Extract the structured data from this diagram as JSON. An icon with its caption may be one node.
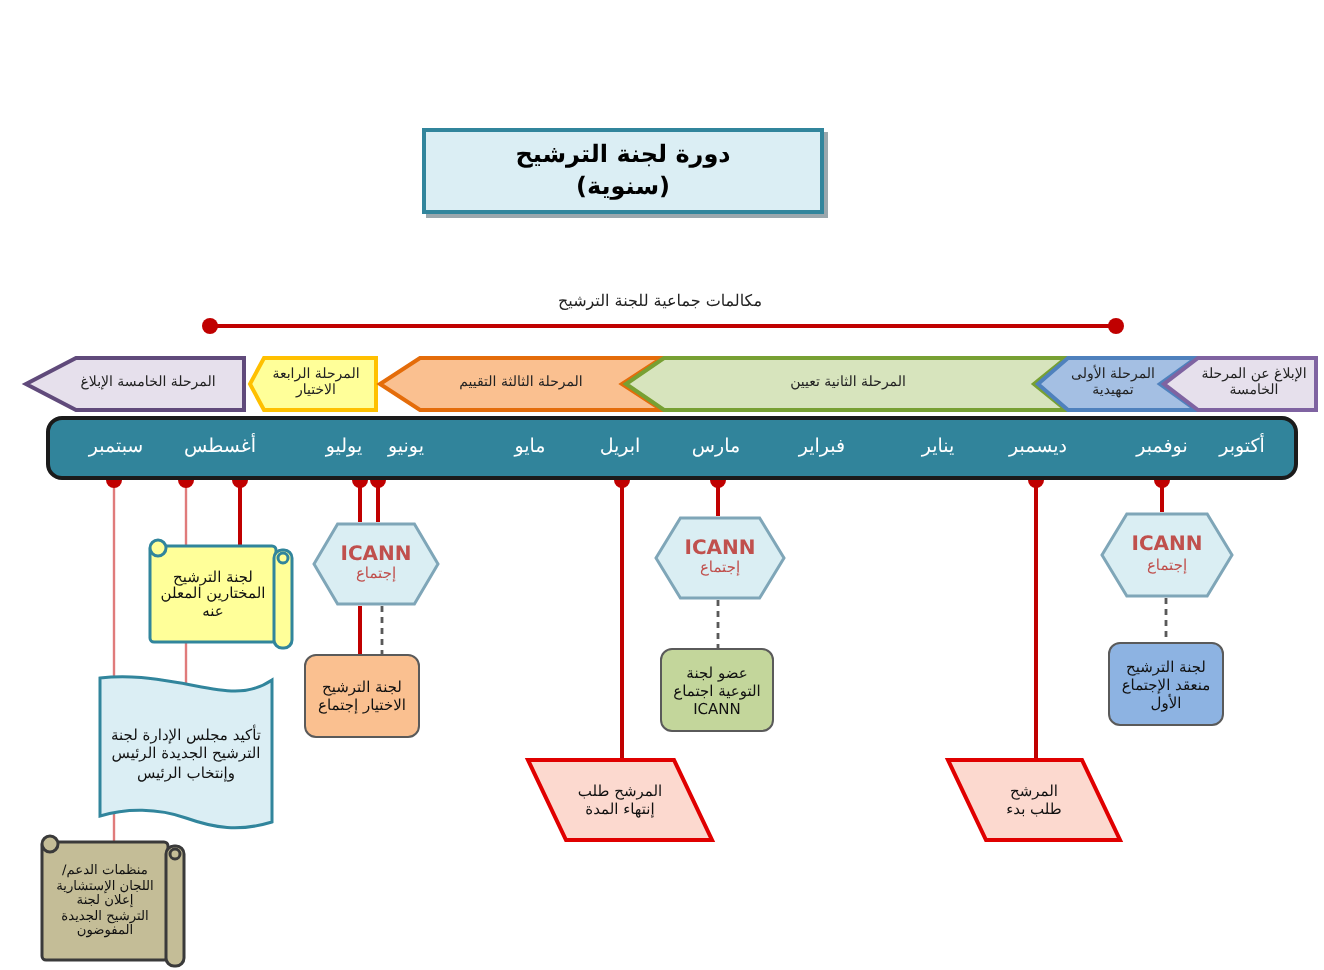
{
  "diagram": {
    "title": "دورة لجنة الترشيح (سنوية)",
    "nodes": [
      {
        "text": [
          "الإبلاغ عن المرحلة الخامسة"
        ]
      },
      {
        "text": [
          "المرحلة الأولى تمهيدية"
        ]
      },
      {
        "text": [
          "المرحلة الثانية تعيين"
        ]
      },
      {
        "text": [
          "المرحلة الثالثة التقييم"
        ]
      },
      {
        "text": [
          "المرحلة الرابعة الاختيار"
        ]
      },
      {
        "text": [
          "المرحلة الخامسة الإبلاغ"
        ]
      },
      {
        "text": [
          "أكتوبر",
          "نوفمبر",
          "ديسمبر",
          "يناير",
          "فبراير",
          "مارس",
          "ابريل",
          "مايو",
          "يونيو",
          "يوليو",
          "أغسطس",
          "سبتمبر"
        ]
      },
      {
        "text": [
          "ICANN",
          "إجتماع"
        ]
      },
      {
        "text": [
          "لجنة الترشيح منعقد الإجتماع الأول"
        ]
      },
      {
        "text": [
          "المرشح طلب بدء"
        ]
      },
      {
        "text": [
          "ICANN",
          "إجتماع"
        ]
      },
      {
        "text": [
          "عضو لجنة التوعية اجتماع ICANN"
        ]
      },
      {
        "text": [
          "المرشح طلب إنتهاء المدة"
        ]
      },
      {
        "text": [
          "ICANN",
          "إجتماع"
        ]
      },
      {
        "text": [
          "لجنة الترشيح الاختيار إجتماع"
        ]
      },
      {
        "text": [
          "لجنة الترشيح المختارين المعلن عنه"
        ]
      },
      {
        "text": [
          "تأكيد مجلس الإدارة لجنة الترشيح الجديدة الرئيس وإنتخاب الرئيس"
        ]
      },
      {
        "text": [
          "منظمات الدعم/ اللجان الإستشارية إعلان لجنة الترشيح الجديدة المفوضون"
        ]
      }
    ],
    "edges": [
      {
        "from": 6,
        "to": 7,
        "arrow": "other"
      },
      {
        "from": 7,
        "to": 8,
        "arrow": "none",
        "style": "dashed",
        "color": "#595959"
      },
      {
        "from": 6,
        "to": 9,
        "arrow": "other"
      },
      {
        "from": 6,
        "to": 10,
        "arrow": "other"
      },
      {
        "from": 10,
        "to": 11,
        "arrow": "none",
        "style": "dashed",
        "color": "#595959"
      },
      {
        "from": 6,
        "to": 12,
        "arrow": "other"
      },
      {
        "from": 6,
        "to": 13,
        "arrow": "other"
      },
      {
        "from": 6,
        "to": 13,
        "arrow": "other"
      },
      {
        "from": 13,
        "to": 14,
        "arrow": "none"
      },
      {
        "from": 13,
        "to": 14,
        "arrow": "none",
        "style": "dashed",
        "color": "#595959"
      },
      {
        "from": 6,
        "to": 15,
        "arrow": "other"
      },
      {
        "from": 6,
        "to": 15,
        "arrow": "other",
        "color": "#e07b7b"
      },
      {
        "from": 15,
        "to": 16,
        "arrow": "none",
        "color": "#e07b7b"
      },
      {
        "from": 6,
        "to": 16,
        "arrow": "other",
        "color": "#e07b7b"
      },
      {
        "from": 16,
        "to": 17,
        "arrow": "none",
        "color": "#e07b7b"
      }
    ],
    "labels": [
      "مكالمات جماعية للجنة الترشيح"
    ]
  }
}
